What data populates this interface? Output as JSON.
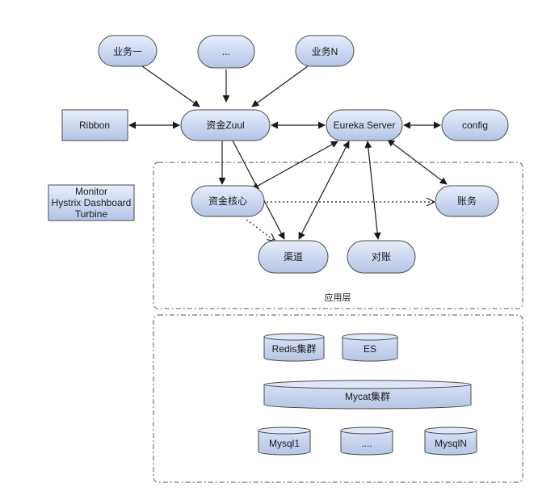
{
  "colors": {
    "node_fill_top": "#e8eefb",
    "node_fill_bottom": "#b4c4e6",
    "node_stroke": "#4a4a4a",
    "edge": "#1a1a1a",
    "zone_border": "#555555"
  },
  "nodes": {
    "biz1": "业务一",
    "biz_mid": "...",
    "bizN": "业务N",
    "ribbon": "Ribbon",
    "zuul": "资金Zuul",
    "eureka": "Eureka Server",
    "config": "config",
    "monitor_lines": [
      "Monitor",
      "Hystrix Dashboard",
      "Turbine"
    ],
    "core": "资金核心",
    "account": "账务",
    "channel": "渠道",
    "reconcile": "对账"
  },
  "zones": {
    "app_layer": "应用层"
  },
  "storage": {
    "redis": "Redis集群",
    "es": "ES",
    "mycat": "Mycat集群",
    "mysql1": "Mysql1",
    "mysql_mid": "....",
    "mysqlN": "MysqlN"
  }
}
